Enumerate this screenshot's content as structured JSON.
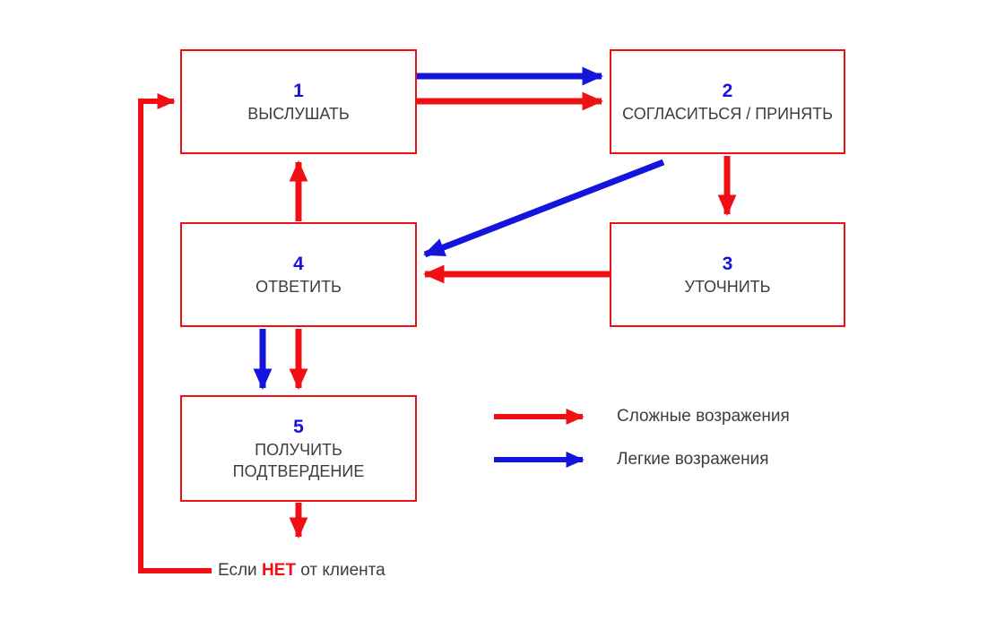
{
  "colors": {
    "red": "#f01014",
    "blue": "#1414dc",
    "text": "#3d3d3d"
  },
  "boxes": [
    {
      "number": "1",
      "label": "ВЫСЛУШАТЬ"
    },
    {
      "number": "2",
      "label": "СОГЛАСИТЬСЯ / ПРИНЯТЬ"
    },
    {
      "number": "3",
      "label": "УТОЧНИТЬ"
    },
    {
      "number": "4",
      "label": "ОТВЕТИТЬ"
    },
    {
      "number": "5",
      "label": "ПОЛУЧИТЬ ПОДТВЕРДЕНИЕ"
    }
  ],
  "connections": [
    {
      "from": "1",
      "to": "2",
      "color": "blue"
    },
    {
      "from": "1",
      "to": "2",
      "color": "red"
    },
    {
      "from": "2",
      "to": "3",
      "color": "red"
    },
    {
      "from": "2",
      "to": "4",
      "color": "blue"
    },
    {
      "from": "3",
      "to": "4",
      "color": "red"
    },
    {
      "from": "4",
      "to": "1",
      "color": "red"
    },
    {
      "from": "4",
      "to": "5",
      "color": "blue"
    },
    {
      "from": "4",
      "to": "5",
      "color": "red"
    },
    {
      "from": "5",
      "to": "exit",
      "color": "red"
    },
    {
      "from": "exit",
      "to": "1",
      "color": "red",
      "condition": "Если НЕТ от клиента"
    }
  ],
  "legend": [
    {
      "color": "red",
      "label": "Сложные возражения"
    },
    {
      "color": "blue",
      "label": "Легкие возражения"
    }
  ],
  "footer_note": {
    "prefix": "Если ",
    "highlight": "НЕТ",
    "suffix": " от клиента"
  }
}
